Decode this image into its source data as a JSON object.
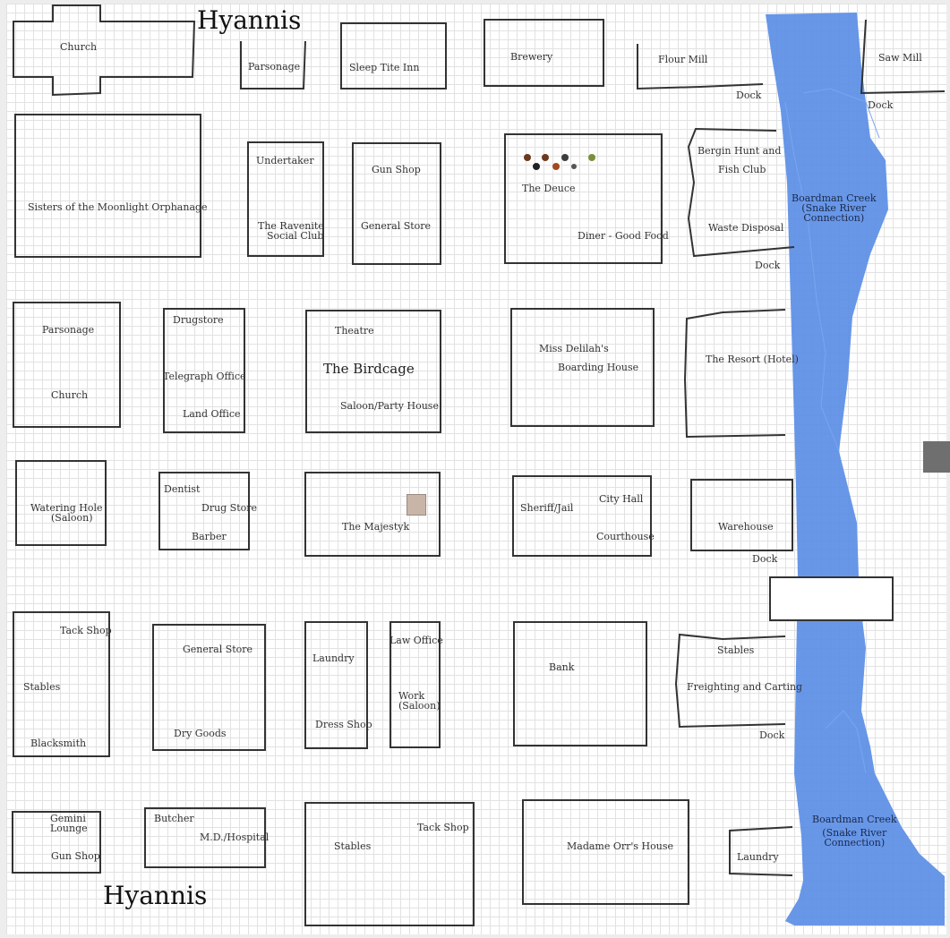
{
  "map": {
    "title_top": "Hyannis",
    "title_bottom": "Hyannis"
  },
  "labels": {
    "church_top": "Church",
    "parsonage_top": "Parsonage",
    "sleep_tite_inn": "Sleep Tite Inn",
    "brewery": "Brewery",
    "flour_mill": "Flour Mill",
    "saw_mill": "Saw Mill",
    "dock_1": "Dock",
    "dock_2": "Dock",
    "orphanage": "Sisters of the Moonlight Orphanage",
    "undertaker": "Undertaker",
    "ravenite_1": "The Ravenite",
    "ravenite_2": "Social Club",
    "gun_shop": "Gun Shop",
    "general_store_1": "General Store",
    "the_deuce": "The Deuce",
    "diner": "Diner - Good Food",
    "bergin_1": "Bergin Hunt and",
    "bergin_2": "Fish Club",
    "waste_disposal": "Waste Disposal",
    "dock_3": "Dock",
    "parsonage_2": "Parsonage",
    "church_2": "Church",
    "drugstore": "Drugstore",
    "telegraph": "Telegraph Office",
    "land_office": "Land Office",
    "theatre": "Theatre",
    "birdcage": "The Birdcage",
    "saloon_party": "Saloon/Party House",
    "delilah_1": "Miss Delilah's",
    "delilah_2": "Boarding House",
    "resort": "The Resort (Hotel)",
    "watering_1": "Watering Hole",
    "watering_2": "(Saloon)",
    "dentist": "Dentist",
    "drug_store": "Drug Store",
    "barber": "Barber",
    "majestyk": "The  Majestyk",
    "sheriff": "Sheriff/Jail",
    "city_hall": "City Hall",
    "courthouse": "Courthouse",
    "warehouse": "Warehouse",
    "dock_4": "Dock",
    "tack_shop_1": "Tack Shop",
    "stables_1": "Stables",
    "blacksmith": "Blacksmith",
    "general_store_2": "General Store",
    "dry_goods": "Dry Goods",
    "laundry_1": "Laundry",
    "dress_shop": "Dress Shop",
    "law_office": "Law Office",
    "work_1": "Work",
    "work_2": "(Saloon)",
    "bank": "Bank",
    "stables_2": "Stables",
    "freighting": "Freighting and Carting",
    "dock_5": "Dock",
    "gemini_1": "Gemini",
    "gemini_2": "Lounge",
    "gun_shop_2": "Gun Shop",
    "butcher": "Butcher",
    "hospital": "M.D./Hospital",
    "stables_3": "Stables",
    "tack_shop_2": "Tack Shop",
    "madame_orr": "Madame Orr's House",
    "laundry_2": "Laundry"
  },
  "water": {
    "creek_top_1": "Boardman Creek",
    "creek_top_2": "(Snake River",
    "creek_top_3": "Connection)",
    "creek_bottom_1": "Boardman Creek",
    "creek_bottom_2": "(Snake River",
    "creek_bottom_3": "Connection)",
    "color": "#5b8ee6"
  },
  "ui": {
    "scroll_handle_color": "#6f6f6f"
  }
}
